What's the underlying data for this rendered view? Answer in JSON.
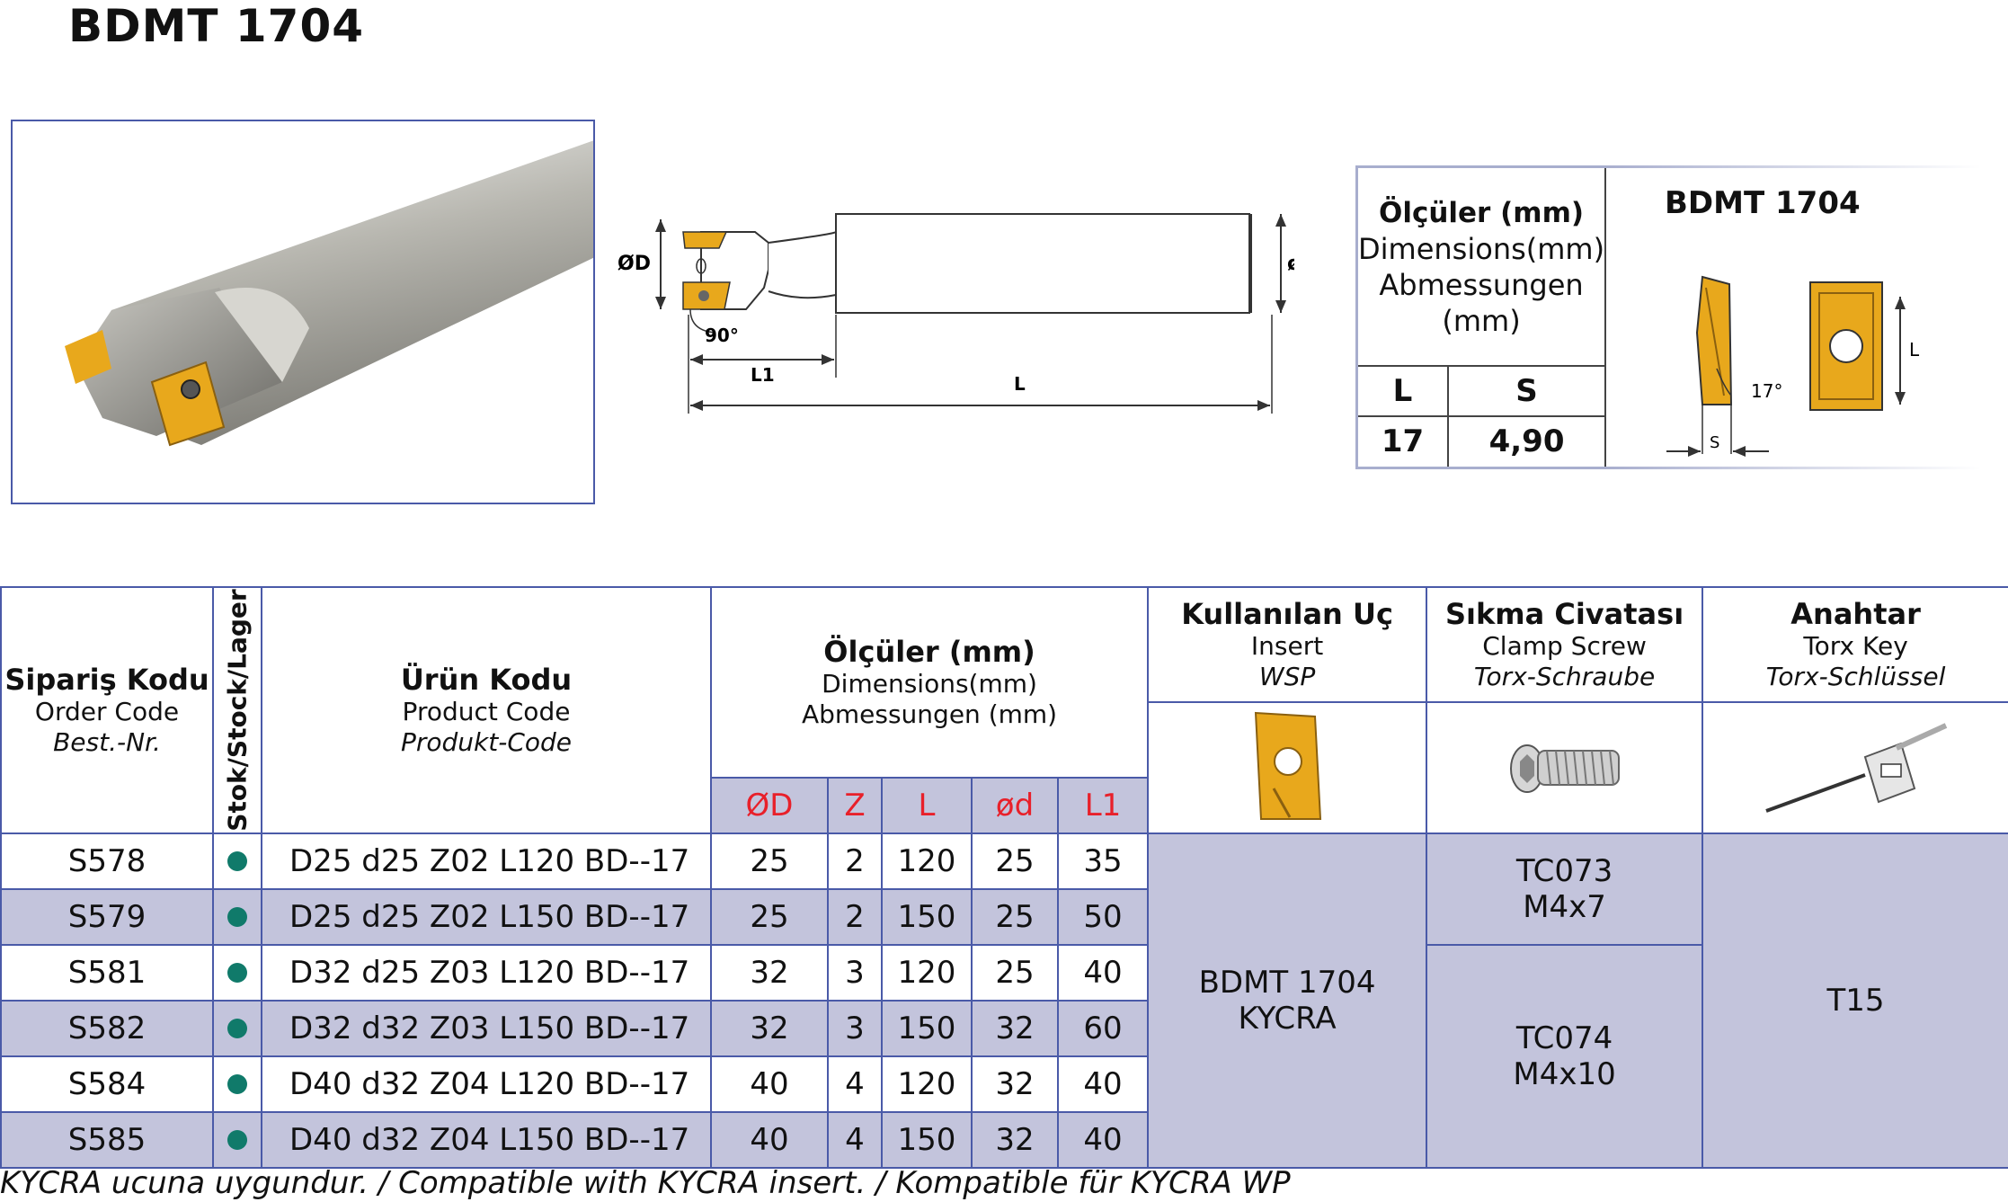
{
  "title": "BDMT 1704",
  "drawing": {
    "label_D": "ØD",
    "label_d": "ød",
    "label_angle": "90°",
    "label_L1": "L1",
    "label_L": "L"
  },
  "dimensions_box": {
    "head_bold": "Ölçüler (mm)",
    "head_en": "Dimensions(mm)",
    "head_de_1": "Abmessungen",
    "head_de_2": "(mm)",
    "col_L": "L",
    "col_S": "S",
    "val_L": "17",
    "val_S": "4,90",
    "insert_title": "BDMT 1704",
    "insert_label_L": "L",
    "insert_label_S": "S",
    "insert_angle": "17°"
  },
  "table": {
    "headers": {
      "order_tr": "Sipariş Kodu",
      "order_en": "Order Code",
      "order_de": "Best.-Nr.",
      "stock": "Stok/Stock/Lager",
      "product_tr": "Ürün Kodu",
      "product_en": "Product Code",
      "product_de": "Produkt-Code",
      "dims_tr": "Ölçüler (mm)",
      "dims_en": "Dimensions(mm)",
      "dims_de": "Abmessungen (mm)",
      "insert_tr": "Kullanılan Uç",
      "insert_en": "Insert",
      "insert_de": "WSP",
      "screw_tr": "Sıkma Civatası",
      "screw_en": "Clamp Screw",
      "screw_de": "Torx-Schraube",
      "key_tr": "Anahtar",
      "key_en": "Torx Key",
      "key_de": "Torx-Schlüssel",
      "sub": [
        "ØD",
        "Z",
        "L",
        "ød",
        "L1"
      ]
    },
    "rows": [
      {
        "order": "S578",
        "product": "D25 d25 Z02 L120 BD--17",
        "D": "25",
        "Z": "2",
        "L": "120",
        "d": "25",
        "L1": "35"
      },
      {
        "order": "S579",
        "product": "D25 d25 Z02 L150 BD--17",
        "D": "25",
        "Z": "2",
        "L": "150",
        "d": "25",
        "L1": "50"
      },
      {
        "order": "S581",
        "product": "D32 d25 Z03 L120 BD--17",
        "D": "32",
        "Z": "3",
        "L": "120",
        "d": "25",
        "L1": "40"
      },
      {
        "order": "S582",
        "product": "D32 d32 Z03 L150 BD--17",
        "D": "32",
        "Z": "3",
        "L": "150",
        "d": "32",
        "L1": "60"
      },
      {
        "order": "S584",
        "product": "D40 d32 Z04 L120 BD--17",
        "D": "40",
        "Z": "4",
        "L": "120",
        "d": "32",
        "L1": "40"
      },
      {
        "order": "S585",
        "product": "D40 d32 Z04 L150 BD--17",
        "D": "40",
        "Z": "4",
        "L": "150",
        "d": "32",
        "L1": "40"
      }
    ],
    "insert_1": "BDMT 1704",
    "insert_2": "KYCRA",
    "screw_a_1": "TC073",
    "screw_a_2": "M4x7",
    "screw_b_1": "TC074",
    "screw_b_2": "M4x10",
    "key": "T15"
  },
  "footnote": "KYCRA ucuna uygundur. / Compatible with KYCRA insert. / Kompatible für KYCRA WP",
  "colors": {
    "accent_border": "#4a5aa8",
    "row_shade": "#c3c4dc",
    "insert_gold": "#e8a81c",
    "stock_dot": "#107a6a",
    "sub_header_text": "#e8202a"
  }
}
